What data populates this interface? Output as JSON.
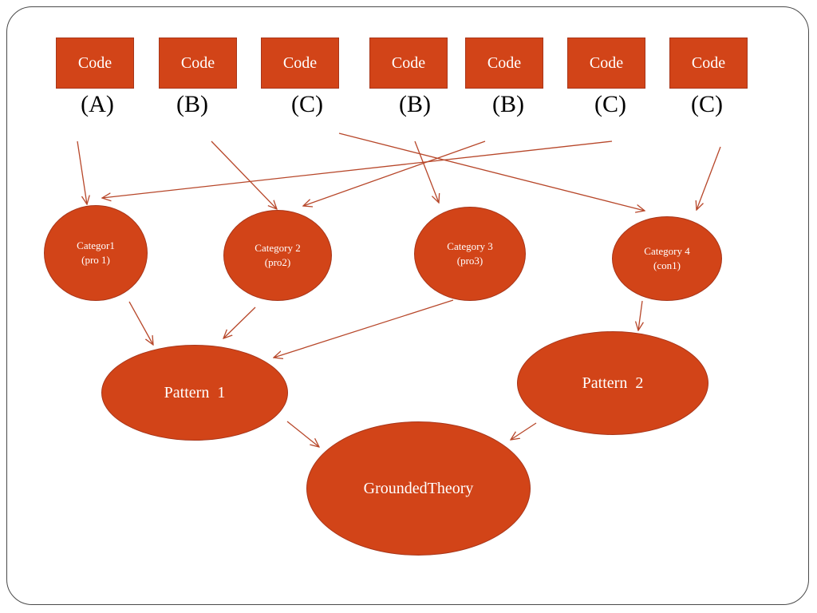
{
  "codes": [
    {
      "label": "Code",
      "tag": "(A)"
    },
    {
      "label": "Code",
      "tag": "(B)"
    },
    {
      "label": "Code",
      "tag": "(C)"
    },
    {
      "label": "Code",
      "tag": "(B)"
    },
    {
      "label": "Code",
      "tag": "(B)"
    },
    {
      "label": "Code",
      "tag": "(C)"
    },
    {
      "label": "Code",
      "tag": "(C)"
    }
  ],
  "categories": [
    {
      "line1": "Categor1",
      "line2": "(pro 1)"
    },
    {
      "line1": "Category 2",
      "line2": "(pro2)"
    },
    {
      "line1": "Category 3",
      "line2": "(pro3)"
    },
    {
      "line1": "Category 4",
      "line2": "(con1)"
    }
  ],
  "patterns": [
    {
      "label": "Pattern  1"
    },
    {
      "label": "Pattern  2"
    }
  ],
  "theory": {
    "label": "GroundedTheory"
  },
  "colors": {
    "fill": "#d24418",
    "arrow": "#b7472a",
    "border": "#4a4a4a"
  }
}
